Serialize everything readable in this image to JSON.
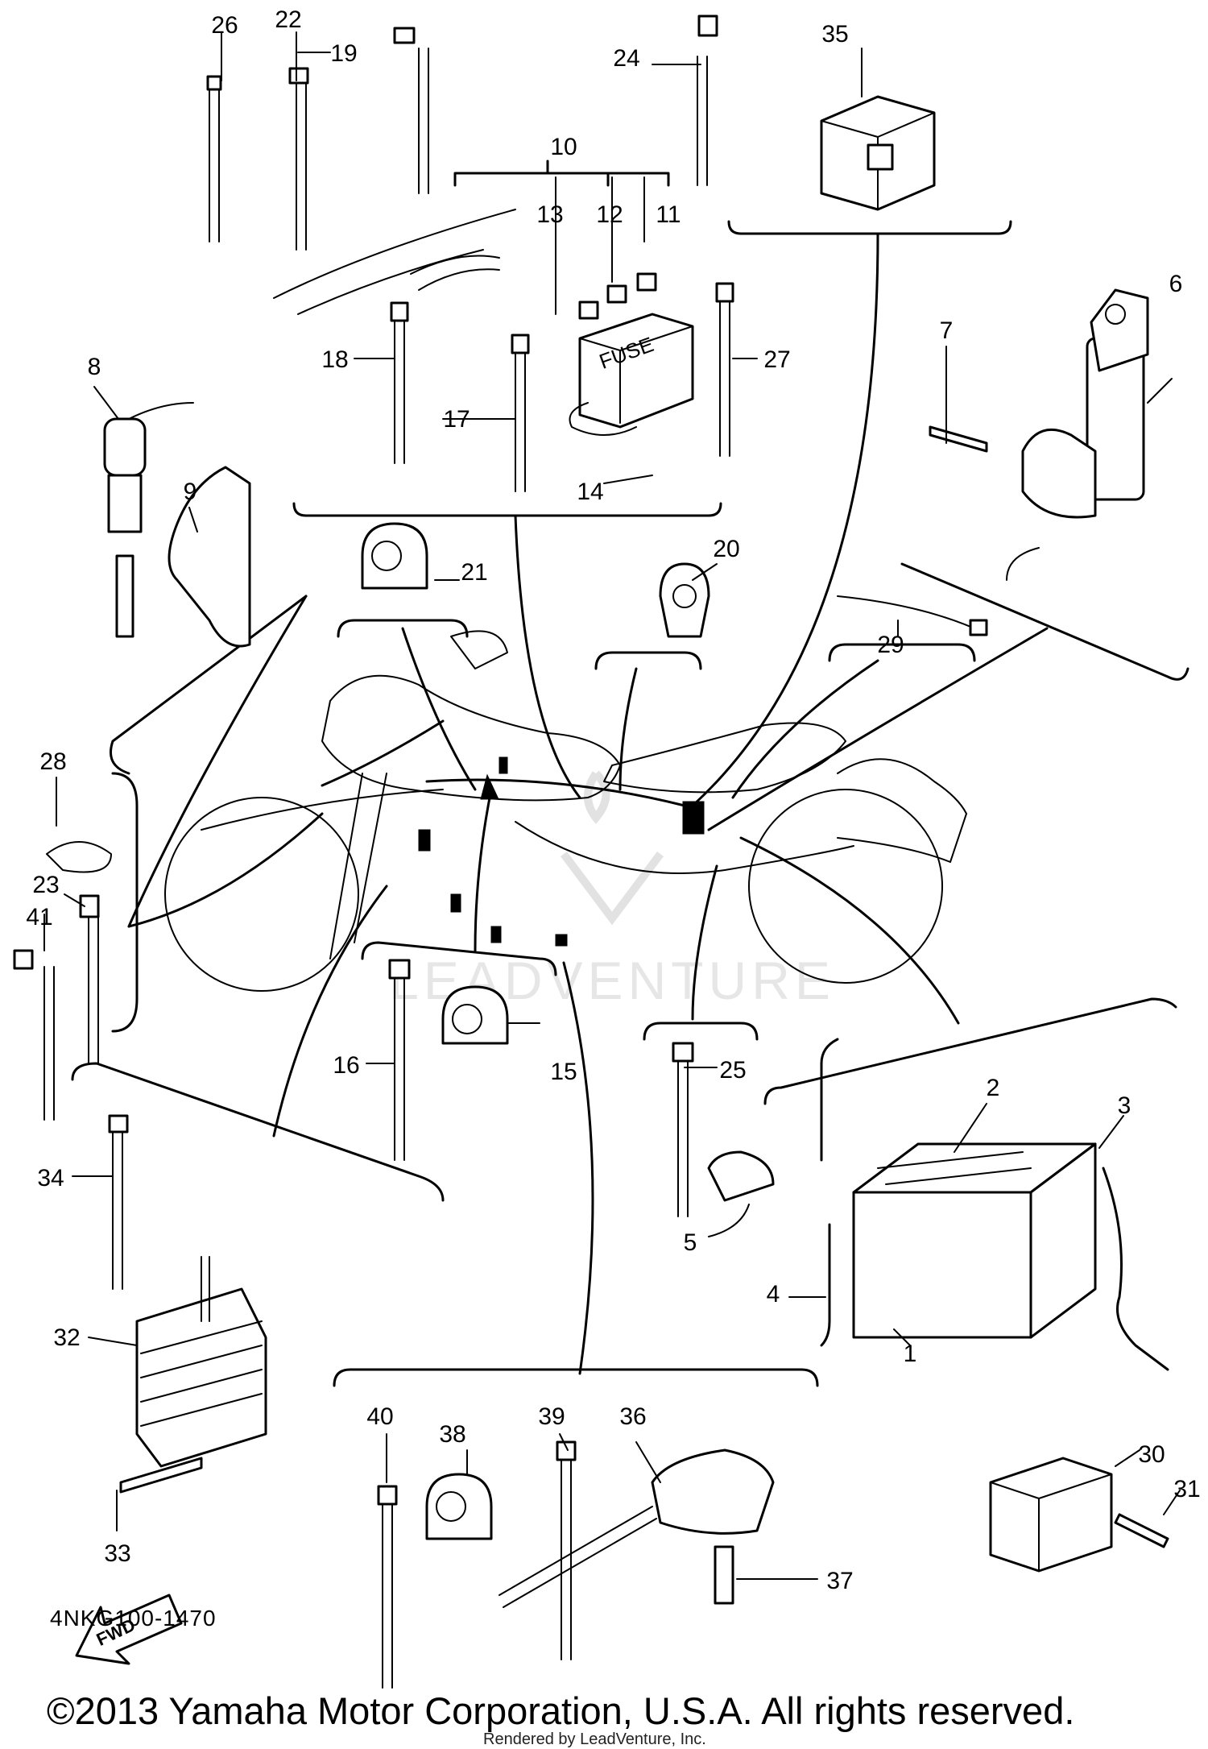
{
  "diagram": {
    "code": "4NKG100-1470",
    "copyright": "©2013 Yamaha Motor Corporation, U.S.A. All rights reserved.",
    "rendered_by": "Rendered by LeadVenture, Inc.",
    "watermark": "LEADVENTURE",
    "fwd_label": "FWD",
    "fuse_label": "FUSE",
    "callouts": [
      "1",
      "2",
      "3",
      "4",
      "5",
      "6",
      "7",
      "8",
      "9",
      "10",
      "11",
      "12",
      "13",
      "14",
      "15",
      "16",
      "17",
      "18",
      "19",
      "20",
      "21",
      "22",
      "23",
      "24",
      "25",
      "26",
      "27",
      "28",
      "29",
      "30",
      "31",
      "32",
      "33",
      "34",
      "35",
      "36",
      "37",
      "38",
      "39",
      "40",
      "41"
    ]
  }
}
